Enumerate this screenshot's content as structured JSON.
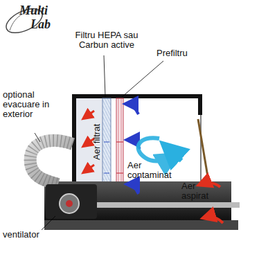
{
  "diagram": {
    "labels": [
      "Multi",
      "Lab",
      "Filtru HEPA sau Carbun active",
      "Prefiltru",
      "optional evacuare in exterior",
      "Aer filtrat",
      "Aer contaminat",
      "Aer aspirat",
      "ventilator"
    ]
  }
}
